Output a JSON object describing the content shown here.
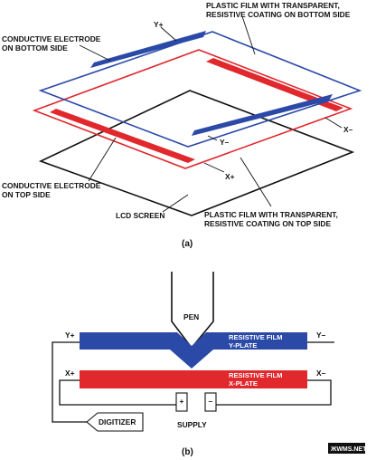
{
  "diagram_a": {
    "caption": "(a)",
    "labels": {
      "top_film": [
        "PLASTIC FILM WITH TRANSPARENT,",
        "RESISTIVE COATING ON BOTTOM SIDE"
      ],
      "electrode_bottom": [
        "CONDUCTIVE ELECTRODE",
        "ON BOTTOM SIDE"
      ],
      "electrode_top": [
        "CONDUCTIVE ELECTRODE",
        "ON TOP SIDE"
      ],
      "lcd": "LCD SCREEN",
      "bottom_film": [
        "PLASTIC FILM WITH TRANSPARENT,",
        "RESISTIVE COATING ON TOP SIDE"
      ],
      "y_plus": "Y+",
      "y_minus": "Y–",
      "x_plus": "X+",
      "x_minus": "X–"
    }
  },
  "diagram_b": {
    "caption": "(b)",
    "pen": "PEN",
    "y_plate": [
      "RESISTIVE FILM",
      "Y-PLATE"
    ],
    "x_plate": [
      "RESISTIVE FILM",
      "X-PLATE"
    ],
    "y_plus": "Y+",
    "y_minus": "Y–",
    "x_plus": "X+",
    "x_minus": "X–",
    "supply": "SUPPLY",
    "plus": "+",
    "minus": "–",
    "digitizer": "DIGITIZER"
  },
  "watermark": "ЖWMS.NET",
  "colors": {
    "blue": "#2b4aa8",
    "red": "#e0282d",
    "black": "#111111"
  }
}
